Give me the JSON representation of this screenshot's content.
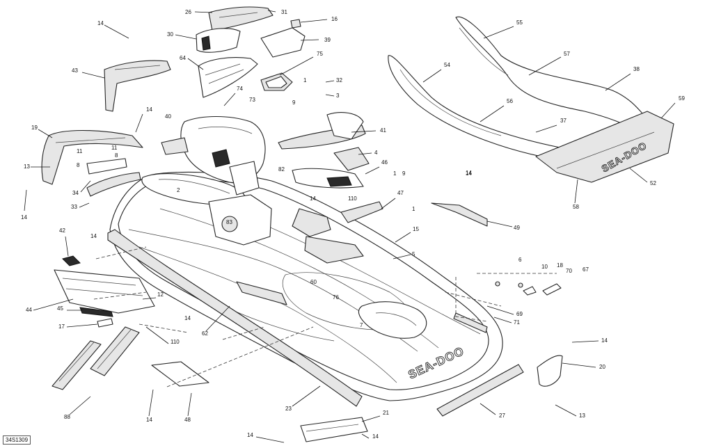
{
  "figure_ref": "34S1309",
  "brand_marks": [
    "SEA-DOO",
    "SEA-DOO"
  ],
  "callouts": [
    {
      "id": "c1",
      "label": "26"
    },
    {
      "id": "c2",
      "label": "31"
    },
    {
      "id": "c3",
      "label": "16"
    },
    {
      "id": "c4",
      "label": "14"
    },
    {
      "id": "c5",
      "label": "30"
    },
    {
      "id": "c6",
      "label": "39"
    },
    {
      "id": "c7",
      "label": "64"
    },
    {
      "id": "c8",
      "label": "75"
    },
    {
      "id": "c9",
      "label": "43"
    },
    {
      "id": "c10",
      "label": "32"
    },
    {
      "id": "c11",
      "label": "1"
    },
    {
      "id": "c12",
      "label": "3"
    },
    {
      "id": "c13",
      "label": "74"
    },
    {
      "id": "c14",
      "label": "73"
    },
    {
      "id": "c15",
      "label": "9"
    },
    {
      "id": "c16",
      "label": "14"
    },
    {
      "id": "c17",
      "label": "40"
    },
    {
      "id": "c18",
      "label": "41"
    },
    {
      "id": "c19",
      "label": "19"
    },
    {
      "id": "c20",
      "label": "11"
    },
    {
      "id": "c21",
      "label": "11"
    },
    {
      "id": "c22",
      "label": "8"
    },
    {
      "id": "c23",
      "label": "8"
    },
    {
      "id": "c24",
      "label": "13"
    },
    {
      "id": "c25",
      "label": "4"
    },
    {
      "id": "c26",
      "label": "82"
    },
    {
      "id": "c27",
      "label": "46"
    },
    {
      "id": "c28",
      "label": "2"
    },
    {
      "id": "c29",
      "label": "1"
    },
    {
      "id": "c30",
      "label": "9"
    },
    {
      "id": "c31",
      "label": "34"
    },
    {
      "id": "c32",
      "label": "14"
    },
    {
      "id": "c33",
      "label": "33"
    },
    {
      "id": "c34",
      "label": "14"
    },
    {
      "id": "c35",
      "label": "110"
    },
    {
      "id": "c36",
      "label": "14"
    },
    {
      "id": "c37",
      "label": "47"
    },
    {
      "id": "c38",
      "label": "83"
    },
    {
      "id": "c39",
      "label": "1"
    },
    {
      "id": "c40",
      "label": "15"
    },
    {
      "id": "c41",
      "label": "42"
    },
    {
      "id": "c42",
      "label": "14"
    },
    {
      "id": "c43",
      "label": "5"
    },
    {
      "id": "c44",
      "label": "60"
    },
    {
      "id": "c45",
      "label": "76"
    },
    {
      "id": "c46",
      "label": "12"
    },
    {
      "id": "c47",
      "label": "44"
    },
    {
      "id": "c48",
      "label": "45"
    },
    {
      "id": "c49",
      "label": "17"
    },
    {
      "id": "c50",
      "label": "14"
    },
    {
      "id": "c51",
      "label": "62"
    },
    {
      "id": "c52",
      "label": "7"
    },
    {
      "id": "c53",
      "label": "110"
    },
    {
      "id": "c54",
      "label": "88"
    },
    {
      "id": "c55",
      "label": "14"
    },
    {
      "id": "c56",
      "label": "48"
    },
    {
      "id": "c57",
      "label": "23"
    },
    {
      "id": "c58",
      "label": "21"
    },
    {
      "id": "c59",
      "label": "14"
    },
    {
      "id": "c60",
      "label": "55"
    },
    {
      "id": "c61",
      "label": "57"
    },
    {
      "id": "c62",
      "label": "54"
    },
    {
      "id": "c63",
      "label": "38"
    },
    {
      "id": "c64",
      "label": "56"
    },
    {
      "id": "c65",
      "label": "37"
    },
    {
      "id": "c66",
      "label": "59"
    },
    {
      "id": "c67",
      "label": "52"
    },
    {
      "id": "c68",
      "label": "58"
    },
    {
      "id": "c69",
      "label": "14"
    },
    {
      "id": "c70",
      "label": "49"
    },
    {
      "id": "c71",
      "label": "6"
    },
    {
      "id": "c72",
      "label": "10"
    },
    {
      "id": "c73",
      "label": "18"
    },
    {
      "id": "c74",
      "label": "70"
    },
    {
      "id": "c75",
      "label": "67"
    },
    {
      "id": "c76",
      "label": "69"
    },
    {
      "id": "c77",
      "label": "71"
    },
    {
      "id": "c78",
      "label": "14"
    },
    {
      "id": "c79",
      "label": "20"
    },
    {
      "id": "c80",
      "label": "27"
    },
    {
      "id": "c81",
      "label": "13"
    },
    {
      "id": "c82",
      "label": "14"
    }
  ]
}
